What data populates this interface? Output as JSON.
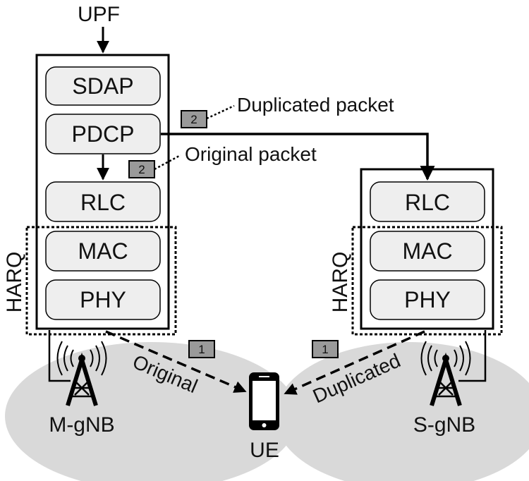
{
  "colors": {
    "stroke": "#000000",
    "layer_fill": "#eeeeee",
    "coverage_fill": "#d9d9d9",
    "badge_fill": "#9a9a9a"
  },
  "upf_label": "UPF",
  "master_stack": {
    "layers": [
      "SDAP",
      "PDCP",
      "RLC",
      "MAC",
      "PHY"
    ],
    "harq_label": "HARQ",
    "node_label": "M-gNB"
  },
  "secondary_stack": {
    "layers": [
      "RLC",
      "MAC",
      "PHY"
    ],
    "harq_label": "HARQ",
    "node_label": "S-gNB"
  },
  "annotations": {
    "duplicated_packet": "Duplicated packet",
    "original_packet": "Original packet"
  },
  "badges": {
    "duplicated_top": "2",
    "original_top": "2",
    "original_link": "1",
    "duplicated_link": "1"
  },
  "links": {
    "original": "Original",
    "duplicated": "Duplicated"
  },
  "ue_label": "UE",
  "icons": [
    "antenna-tower-icon",
    "antenna-tower-icon",
    "smartphone-icon"
  ]
}
